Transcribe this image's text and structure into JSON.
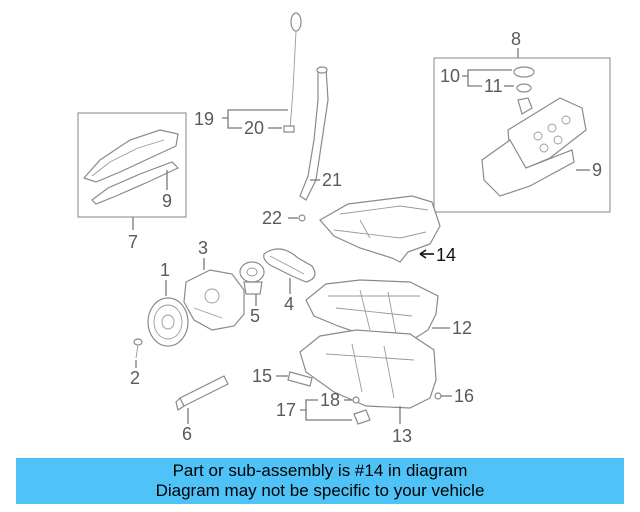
{
  "diagram": {
    "highlight_color": "#4fc3f7",
    "callouts": {
      "c1": "1",
      "c2": "2",
      "c3": "3",
      "c4": "4",
      "c5": "5",
      "c6": "6",
      "c7": "7",
      "c8": "8",
      "c9a": "9",
      "c9b": "9",
      "c10": "10",
      "c11": "11",
      "c12": "12",
      "c13": "13",
      "c14": "14",
      "c15": "15",
      "c16": "16",
      "c17": "17",
      "c18": "18",
      "c19": "19",
      "c20": "20",
      "c21": "21",
      "c22": "22"
    }
  },
  "banner": {
    "line1": "Part or sub-assembly is #14 in diagram",
    "line2": "Diagram may not be specific to your vehicle",
    "background": "#4fc3f7"
  }
}
